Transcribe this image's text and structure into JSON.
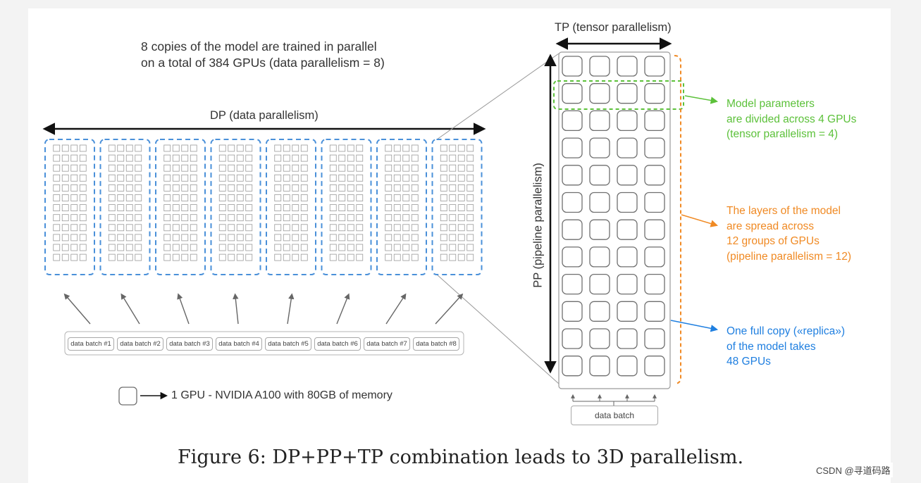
{
  "header": {
    "line1": "8 copies of the model are trained in parallel",
    "line2": "on a total of 384 GPUs (data parallelism = 8)"
  },
  "dp_label": "DP (data parallelism)",
  "tp_label": "TP (tensor parallelism)",
  "pp_label": "PP (pipeline parallelism)",
  "data_batches": [
    "data batch #1",
    "data batch #2",
    "data batch #3",
    "data batch #4",
    "data batch #5",
    "data batch #6",
    "data batch #7",
    "data batch #8"
  ],
  "replica_data_batch": "data batch",
  "annotations": {
    "tensor": [
      "Model parameters",
      "are divided across 4 GPUs",
      "(tensor parallelism = 4)"
    ],
    "pipeline": [
      "The layers of the model",
      "are spread across",
      "12 groups of GPUs",
      "(pipeline parallelism = 12)"
    ],
    "replica": [
      "One full copy («replica»)",
      "of the model takes",
      "48 GPUs"
    ]
  },
  "legend": "1 GPU - NVIDIA A100 with 80GB of memory",
  "caption": "Figure 6: DP+PP+TP combination leads to 3D parallelism.",
  "watermark": "CSDN @寻道码路",
  "grid": {
    "replicas": 8,
    "tp_columns": 4,
    "pp_rows": 12
  },
  "colors": {
    "dp_dashed": "#4a90d9",
    "tensor_green": "#5cc13a",
    "pipeline_orange": "#f08a24",
    "replica_blue": "#1f7fe0",
    "gpu_stroke": "#6f6f6f",
    "arrow": "#666666"
  }
}
